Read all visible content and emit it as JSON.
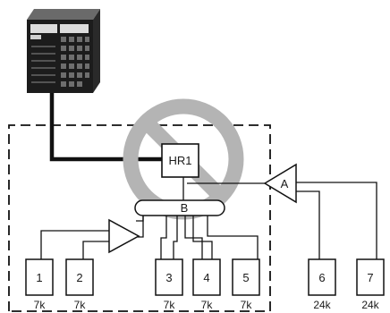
{
  "diagram": {
    "hub_label": "HR1",
    "branch_b_label": "B",
    "branch_a_label": "A",
    "units": [
      {
        "number": "1",
        "capacity": "7k"
      },
      {
        "number": "2",
        "capacity": "7k"
      },
      {
        "number": "3",
        "capacity": "7k"
      },
      {
        "number": "4",
        "capacity": "7k"
      },
      {
        "number": "5",
        "capacity": "7k"
      },
      {
        "number": "6",
        "capacity": "24k"
      },
      {
        "number": "7",
        "capacity": "24k"
      }
    ],
    "colors": {
      "line": "#111111",
      "prohibition": "#b4b4b4",
      "outdoor_unit": "#1c1c1c"
    },
    "symbols": {
      "prohibition": "prohibition-icon",
      "outdoor_unit": "outdoor-unit-icon"
    }
  }
}
